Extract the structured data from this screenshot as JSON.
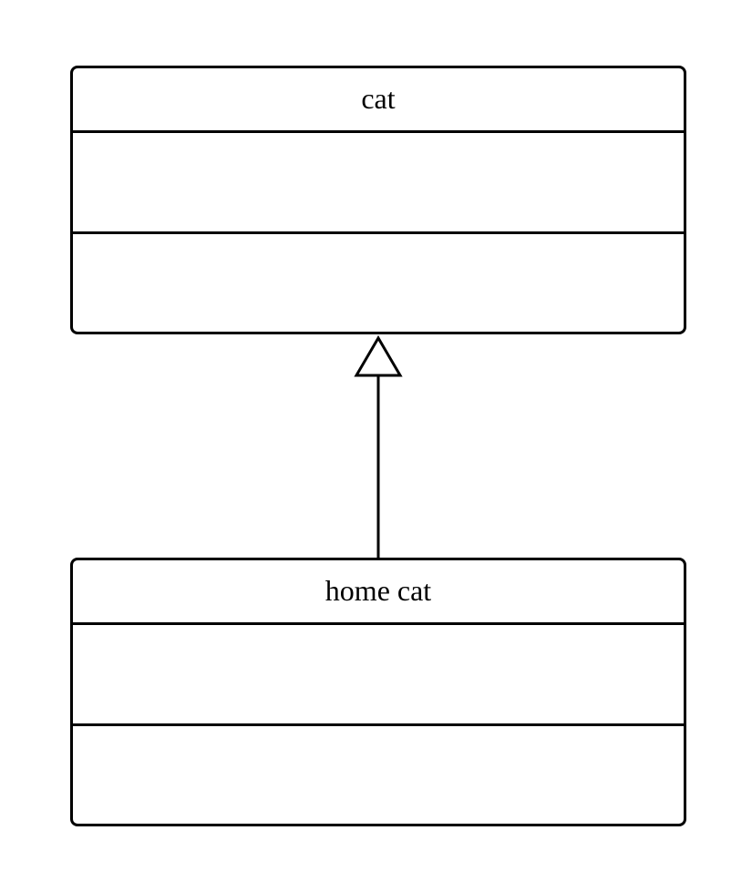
{
  "diagram": {
    "type": "uml-class-diagram",
    "classes": [
      {
        "id": "cat",
        "name": "cat",
        "attributes": [],
        "methods": []
      },
      {
        "id": "home-cat",
        "name": "home cat",
        "attributes": [],
        "methods": []
      }
    ],
    "relationships": [
      {
        "type": "generalization",
        "from": "home-cat",
        "to": "cat"
      }
    ],
    "colors": {
      "stroke": "#000000",
      "fill": "#ffffff",
      "text": "#000000"
    }
  }
}
